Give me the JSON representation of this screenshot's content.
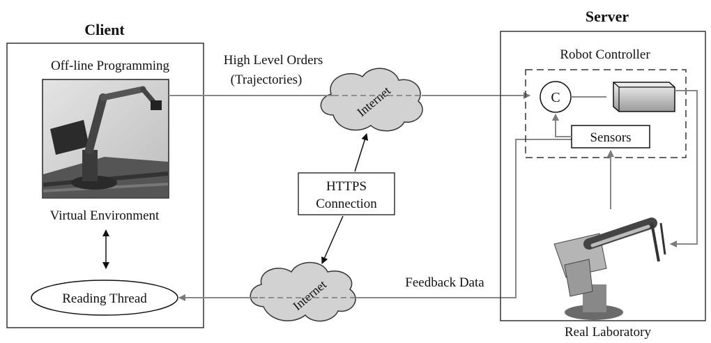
{
  "client": {
    "title": "Client",
    "offline_label": "Off-line Programming",
    "virtual_env_label": "Virtual Environment",
    "reading_thread_label": "Reading Thread"
  },
  "server": {
    "title": "Server",
    "robot_controller_label": "Robot Controller",
    "controller_node_label": "C",
    "sensors_label": "Sensors",
    "real_lab_label": "Real Laboratory"
  },
  "connections": {
    "orders_line1": "High Level Orders",
    "orders_line2": "(Trajectories)",
    "internet_top_label": "Internet",
    "internet_bottom_label": "Internet",
    "https_line1": "HTTPS",
    "https_line2": "Connection",
    "feedback_label": "Feedback Data"
  },
  "colors": {
    "cloud_fill": "#d2d2d2",
    "arrow_gray": "#888888",
    "box_border": "#333333"
  }
}
